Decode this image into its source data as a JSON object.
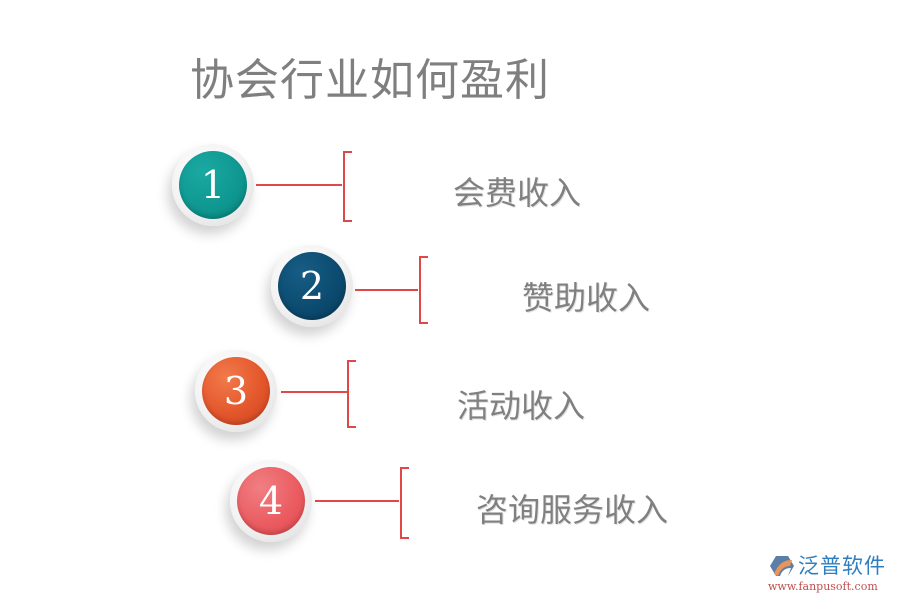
{
  "title": "协会行业如何盈利",
  "items": [
    {
      "number": "1",
      "label": "会费收入",
      "color": "#0e9790"
    },
    {
      "number": "2",
      "label": "赞助收入",
      "color": "#0b4a6e"
    },
    {
      "number": "3",
      "label": "活动收入",
      "color": "#e2542a"
    },
    {
      "number": "4",
      "label": "咨询服务收入",
      "color": "#ea5a5f"
    }
  ],
  "accent_color": "#e04848",
  "logo": {
    "name": "泛普软件",
    "url": "www.fanpusoft.com"
  }
}
